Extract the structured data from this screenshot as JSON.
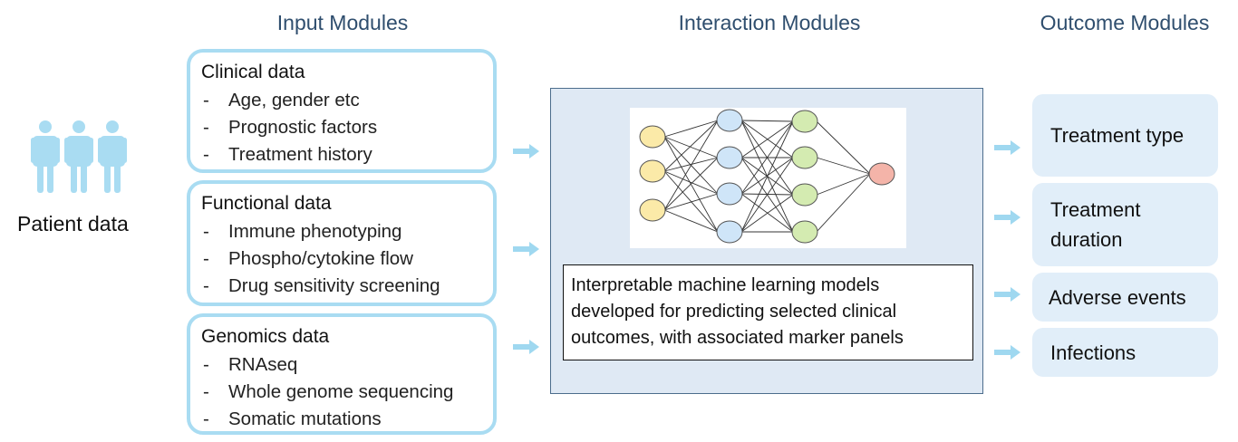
{
  "headings": {
    "input": "Input Modules",
    "interaction": "Interaction Modules",
    "outcome": "Outcome Modules"
  },
  "patient": {
    "label": "Patient data",
    "icon": "people-icon",
    "color": "#a9dcf2"
  },
  "input_modules": [
    {
      "title": "Clinical data",
      "items": [
        "Age, gender etc",
        "Prognostic factors",
        "Treatment history"
      ]
    },
    {
      "title": "Functional data",
      "items": [
        "Immune phenotyping",
        "Phospho/cytokine flow",
        "Drug sensitivity screening"
      ]
    },
    {
      "title": "Genomics data",
      "items": [
        "RNAseq",
        "Whole genome sequencing",
        "Somatic mutations"
      ]
    }
  ],
  "interaction": {
    "description": "Interpretable machine learning models developed for predicting selected clinical outcomes, with associated marker panels",
    "network": {
      "layers": [
        3,
        4,
        4,
        1
      ],
      "colors": [
        "#fbeaa8",
        "#cfe5f8",
        "#d4ebb1",
        "#f4b4a9"
      ]
    }
  },
  "outcomes": [
    "Treatment type",
    "Treatment duration",
    "Adverse events",
    "Infections"
  ],
  "colors": {
    "heading": "#2f4e6e",
    "module_border": "#a9dcf2",
    "arrow": "#9fd8f0",
    "interaction_bg": "#dfe9f4",
    "outcome_bg": "#e1eef9"
  }
}
